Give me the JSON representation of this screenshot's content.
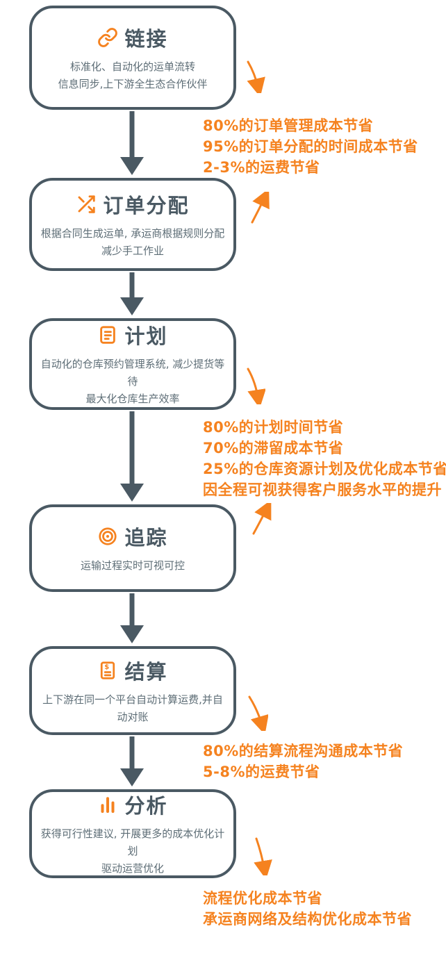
{
  "colors": {
    "accent_orange": "#F5821F",
    "box_slate": "#4A5963",
    "subtitle_gray": "#5D6D76"
  },
  "steps": [
    {
      "icon": "chain-link-icon",
      "title": "链接",
      "lines": [
        "标准化、自动化的运单流转",
        "信息同步,上下游全生态合作伙伴"
      ]
    },
    {
      "icon": "shuffle-icon",
      "title": "订单分配",
      "lines": [
        "根据合同生成运单, 承运商根据规则分配",
        "减少手工作业"
      ]
    },
    {
      "icon": "clipboard-list-icon",
      "title": "计划",
      "lines": [
        "自动化的仓库预约管理系统, 减少提货等待",
        "最大化仓库生产效率"
      ]
    },
    {
      "icon": "bullseye-icon",
      "title": "追踪",
      "lines": [
        "运输过程实时可视可控"
      ]
    },
    {
      "icon": "invoice-icon",
      "title": "结算",
      "lines": [
        "上下游在同一个平台自动计算运费,并自动对账"
      ]
    },
    {
      "icon": "bar-chart-icon",
      "title": "分析",
      "lines": [
        "获得可行性建议, 开展更多的成本优化计划",
        "驱动运营优化"
      ]
    }
  ],
  "annotations": [
    {
      "lines": [
        "80%的订单管理成本节省",
        "95%的订单分配的时间成本节省",
        "2-3%的运费节省"
      ]
    },
    {
      "lines": [
        "80%的计划时间节省",
        "70%的滞留成本节省",
        "25%的仓库资源计划及优化成本节省",
        "因全程可视获得客户服务水平的提升"
      ]
    },
    {
      "lines": [
        "80%的结算流程沟通成本节省",
        "5-8%的运费节省"
      ]
    },
    {
      "lines": [
        "流程优化成本节省",
        "承运商网络及结构优化成本节省"
      ]
    }
  ]
}
